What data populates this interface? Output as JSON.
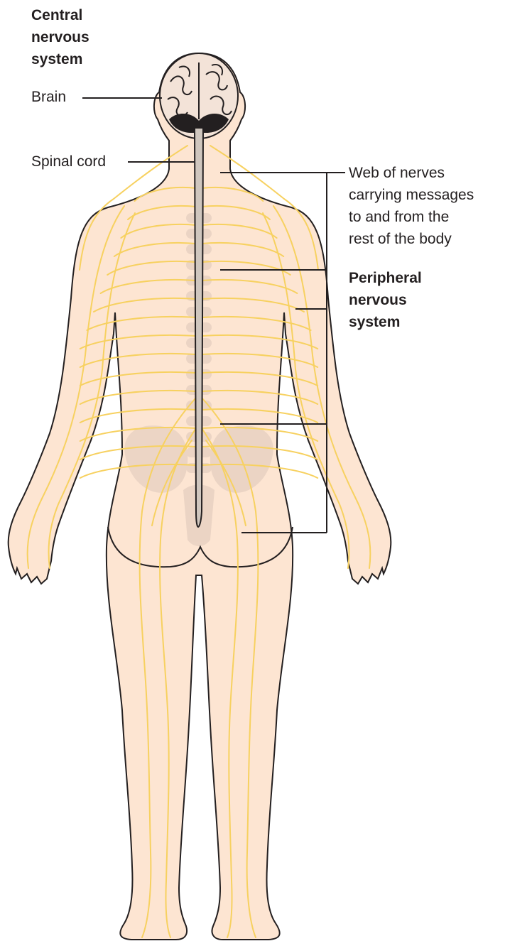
{
  "labels": {
    "cns_title": [
      "Central",
      "nervous",
      "system"
    ],
    "brain": "Brain",
    "spinal_cord": "Spinal cord",
    "web_of_nerves": [
      "Web of nerves",
      "carrying messages",
      "to and from the",
      "rest of the body"
    ],
    "pns_title": [
      "Peripheral",
      "nervous",
      "system"
    ]
  },
  "colors": {
    "skin": "#fde5d2",
    "outline": "#231f20",
    "nerve": "#f7d160",
    "bone": "#e6cfc0",
    "brain": "#f3e3d8",
    "spine": "#cfc6be"
  }
}
